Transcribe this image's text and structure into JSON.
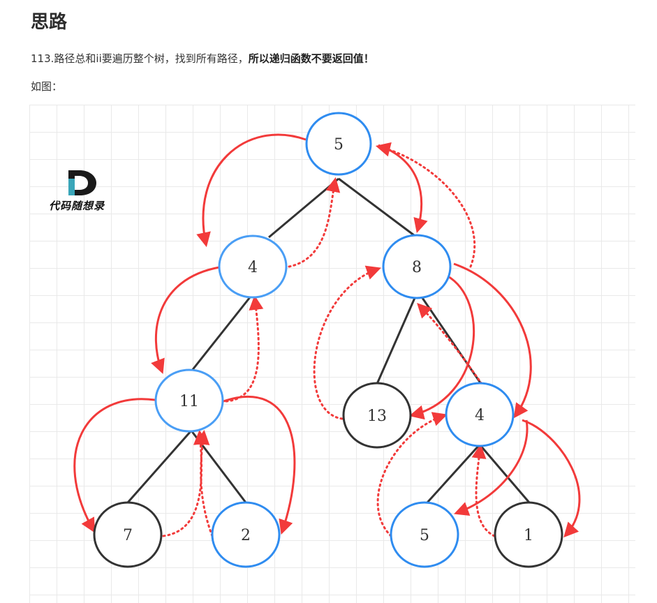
{
  "heading": "思路",
  "paragraph": {
    "normal": "113.路径总和ii要遍历整个树，找到所有路径，",
    "bold": "所以递归函数不要返回值！"
  },
  "caption": "如图：",
  "logo": {
    "letter": "D",
    "text": "代码随想录"
  },
  "tree": {
    "nodes": [
      {
        "id": "n5_root",
        "label": "5",
        "color": "blue"
      },
      {
        "id": "n4_left",
        "label": "4",
        "color": "blue"
      },
      {
        "id": "n8",
        "label": "8",
        "color": "blue"
      },
      {
        "id": "n11",
        "label": "11",
        "color": "blue"
      },
      {
        "id": "n13",
        "label": "13",
        "color": "black"
      },
      {
        "id": "n4_right",
        "label": "4",
        "color": "blue"
      },
      {
        "id": "n7",
        "label": "7",
        "color": "black"
      },
      {
        "id": "n2",
        "label": "2",
        "color": "blue"
      },
      {
        "id": "n5_leaf",
        "label": "5",
        "color": "blue"
      },
      {
        "id": "n1",
        "label": "1",
        "color": "black"
      }
    ],
    "edges": [
      [
        "n5_root",
        "n4_left"
      ],
      [
        "n5_root",
        "n8"
      ],
      [
        "n4_left",
        "n11"
      ],
      [
        "n8",
        "n13"
      ],
      [
        "n8",
        "n4_right"
      ],
      [
        "n11",
        "n7"
      ],
      [
        "n11",
        "n2"
      ],
      [
        "n4_right",
        "n5_leaf"
      ],
      [
        "n4_right",
        "n1"
      ]
    ]
  },
  "colors": {
    "blue_stroke": "#2f8cf0",
    "blue_stroke_light": "#4a9ef5",
    "black_stroke": "#333333",
    "edge": "#333333",
    "arrow": "#f23a3a",
    "grid": "#e9e9e9"
  }
}
